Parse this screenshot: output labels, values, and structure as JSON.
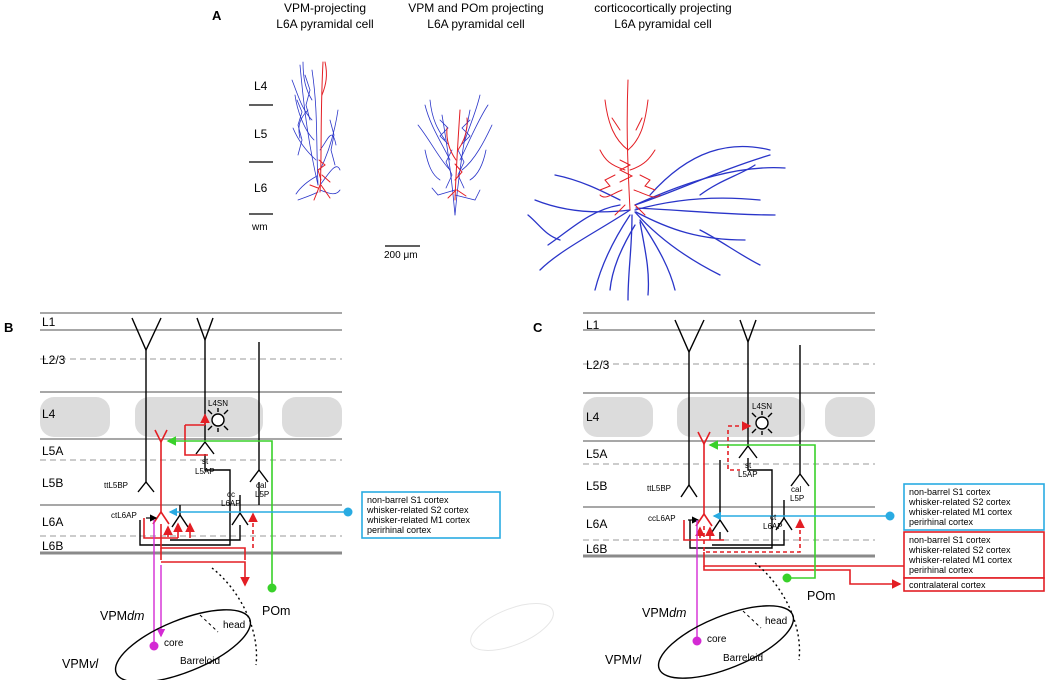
{
  "panel_a": {
    "letter": "A",
    "cell_titles": [
      [
        "VPM-projecting",
        "L6A pyramidal cell"
      ],
      [
        "VPM and POm projecting",
        "L6A pyramidal cell"
      ],
      [
        "corticocortically projecting",
        "L6A pyramidal cell"
      ]
    ],
    "layer_labels": [
      "L4",
      "L5",
      "L6",
      "wm"
    ],
    "scale_bar": "200 μm"
  },
  "panel_b": {
    "letter": "B",
    "layers": [
      "L1",
      "L2/3",
      "L4",
      "L5A",
      "L5B",
      "L6A",
      "L6B"
    ],
    "cells": {
      "l4sn": "L4SN",
      "st_l5ap": [
        "st",
        "L5AP"
      ],
      "cal_l5p": [
        "cal",
        "L5P"
      ],
      "ttl5bp": "ttL5BP",
      "ctl6ap": "ctL6AP",
      "cc_l6ap": [
        "cc",
        "L6AP"
      ]
    },
    "thalamus": {
      "pom": "POm",
      "vpmdm": [
        "VPM",
        "dm"
      ],
      "vpmvl": [
        "VPM",
        "vl"
      ],
      "head": "head",
      "core": "core",
      "barreloid": "Barreloid"
    },
    "box": {
      "color": "#29abe2",
      "lines": [
        "non-barrel S1 cortex",
        "whisker-related S2 cortex",
        "whisker-related M1 cortex",
        "perirhinal cortex"
      ]
    }
  },
  "panel_c": {
    "letter": "C",
    "layers": [
      "L1",
      "L2/3",
      "L4",
      "L5A",
      "L5B",
      "L6A",
      "L6B"
    ],
    "cells": {
      "l4sn": "L4SN",
      "st_l5ap": [
        "st",
        "L5AP"
      ],
      "cal_l5p": [
        "cal",
        "L5P"
      ],
      "ttl5bp": "ttL5BP",
      "ccl6ap": "ccL6AP",
      "ct_l6ap": [
        "ct",
        "L6AP"
      ]
    },
    "thalamus": {
      "pom": "POm",
      "vpmdm": [
        "VPM",
        "dm"
      ],
      "vpmvl": [
        "VPM",
        "vl"
      ],
      "head": "head",
      "core": "core",
      "barreloid": "Barreloid"
    },
    "box_blue": {
      "color": "#29abe2",
      "lines": [
        "non-barrel S1 cortex",
        "whisker-related S2 cortex",
        "whisker-related M1 cortex",
        "perirhinal cortex"
      ]
    },
    "box_red": {
      "color": "#e31e24",
      "lines": [
        "non-barrel S1 cortex",
        "whisker-related S2 cortex",
        "whisker-related M1 cortex",
        "perirhinal cortex"
      ]
    },
    "box_red2": {
      "color": "#e31e24",
      "lines": [
        "contralateral cortex"
      ]
    }
  },
  "colors": {
    "red": "#e31e24",
    "blue": "#2a35c9",
    "green": "#39d12a",
    "cyan": "#29abe2",
    "magenta": "#d42ad4",
    "gray_line": "#8a8a8a",
    "barrel": "#dcdcdc"
  }
}
